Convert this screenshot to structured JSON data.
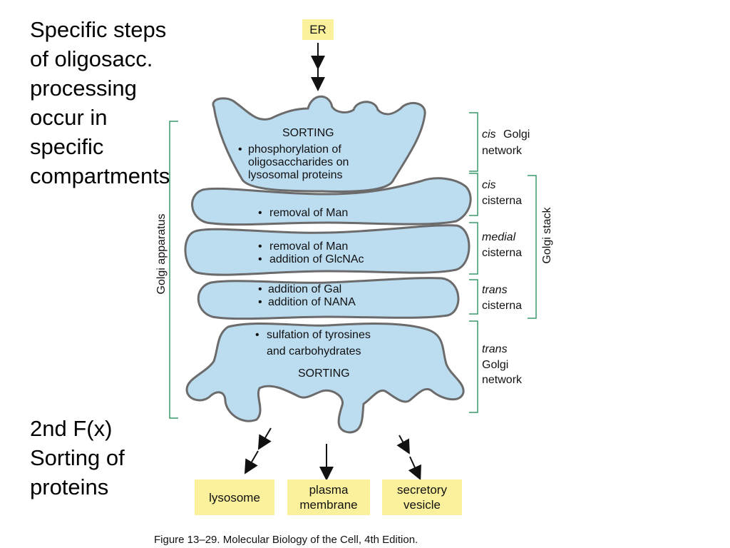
{
  "notes": {
    "top": "Specific steps\nof oligosacc.\nprocessing\noccur in\nspecific\ncompartments",
    "bottom": "2nd F(x)\nSorting of\nproteins"
  },
  "er_box": "ER",
  "cis_network": {
    "title": "SORTING",
    "bullet": "•",
    "line1": "phosphorylation of",
    "line2": "oligosaccharides on",
    "line3": "lysosomal proteins"
  },
  "cis_cisterna": {
    "bullet": "•",
    "line1": "removal of Man"
  },
  "medial_cisterna": {
    "bullet": "•",
    "line1": "removal of Man",
    "line2": "addition of GlcNAc"
  },
  "trans_cisterna": {
    "bullet": "•",
    "line1": "addition of Gal",
    "line2": "addition of NANA"
  },
  "trans_network": {
    "bullet": "•",
    "line1": "sulfation of tyrosines",
    "line2": "and carbohydrates",
    "title": "SORTING"
  },
  "brackets": {
    "golgi_apparatus": "Golgi apparatus",
    "golgi_stack": "Golgi stack",
    "cis_golgi_network": {
      "italic": "cis",
      "rest": "Golgi",
      "line2": "network"
    },
    "cis_cisterna": {
      "italic": "cis",
      "line2": "cisterna"
    },
    "medial_cisterna": {
      "italic": "medial",
      "line2": "cisterna"
    },
    "trans_cisterna": {
      "italic": "trans",
      "line2": "cisterna"
    },
    "trans_golgi_network": {
      "italic": "trans",
      "line2": "Golgi",
      "line3": "network"
    }
  },
  "destinations": {
    "lysosome": "lysosome",
    "plasma_line1": "plasma",
    "plasma_line2": "membrane",
    "secretory_line1": "secretory",
    "secretory_line2": "vesicle"
  },
  "caption": "Figure 13–29. Molecular Biology of the Cell, 4th Edition.",
  "colors": {
    "compartment_fill": "#bcdcf0",
    "compartment_stroke": "#6b6b6b",
    "bracket": "#3a9a6a",
    "label_box": "#fbf19c"
  }
}
